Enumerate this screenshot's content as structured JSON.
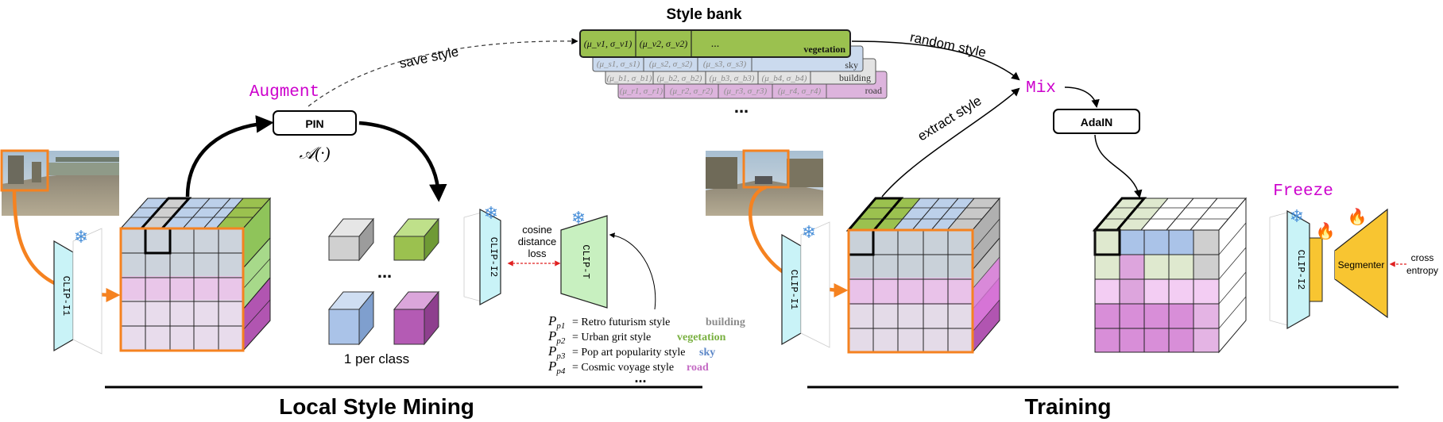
{
  "style_bank": {
    "title": "Style bank",
    "rows": [
      {
        "class": "vegetation",
        "stats": [
          "(μ_v1, σ_v1)",
          "(μ_v2, σ_v2)",
          "..."
        ]
      },
      {
        "class": "sky",
        "stats": [
          "(μ_s1, σ_s1)",
          "(μ_s2, σ_s2)",
          "(μ_s3, σ_s3)"
        ]
      },
      {
        "class": "building",
        "stats": [
          "(μ_b1, σ_b1)",
          "(μ_b2, σ_b2)",
          "(μ_b3, σ_b3)",
          "(μ_b4, σ_b4)"
        ]
      },
      {
        "class": "road",
        "stats": [
          "(μ_r1, σ_r1)",
          "(μ_r2, σ_r2)",
          "(μ_r3, σ_r3)",
          "(μ_r4, σ_r4)"
        ]
      }
    ],
    "more": "..."
  },
  "labels": {
    "save_style": "save style",
    "random_style": "random style",
    "extract_style": "extract style",
    "augment": "Augment",
    "mix": "Mix",
    "freeze": "Freeze",
    "pin": "PIN",
    "adain": "AdaIN",
    "aug_fn": "𝒜(·)",
    "clip_i1": "CLIP-I1",
    "clip_i2": "CLIP-I2",
    "clip_t": "CLIP-T",
    "cosine_line1": "cosine",
    "cosine_line2": "distance",
    "cosine_line3": "loss",
    "dots": "...",
    "one_per_class": "1 per class",
    "segmenter": "Segmenter",
    "cross_line1": "cross",
    "cross_line2": "entropy"
  },
  "prompts": [
    {
      "sym": "P",
      "sub": "p1",
      "text": "= Retro futurism style",
      "cls": "building",
      "color": "#8c8c8c"
    },
    {
      "sym": "P",
      "sub": "p2",
      "text": "= Urban grit style",
      "cls": "vegetation",
      "color": "#79b040"
    },
    {
      "sym": "P",
      "sub": "p3",
      "text": "= Pop art popularity style",
      "cls": "sky",
      "color": "#5b86c7"
    },
    {
      "sym": "P",
      "sub": "p4",
      "text": "= Cosmic voyage style",
      "cls": "road",
      "color": "#c46bc4"
    }
  ],
  "prompts_more": "...",
  "sections": {
    "local": "Local Style Mining",
    "training": "Training"
  },
  "colors": {
    "vegetation": "#9bc14f",
    "sky": "#bcd0ea",
    "building": "#d9d9d9",
    "road": "#dcb0dc",
    "orange": "#f58220",
    "clip_fill": "#c9f3f7",
    "clip_t_fill": "#c8f0c0",
    "segmenter": "#f8c531",
    "magenta": "#cc00cc"
  }
}
